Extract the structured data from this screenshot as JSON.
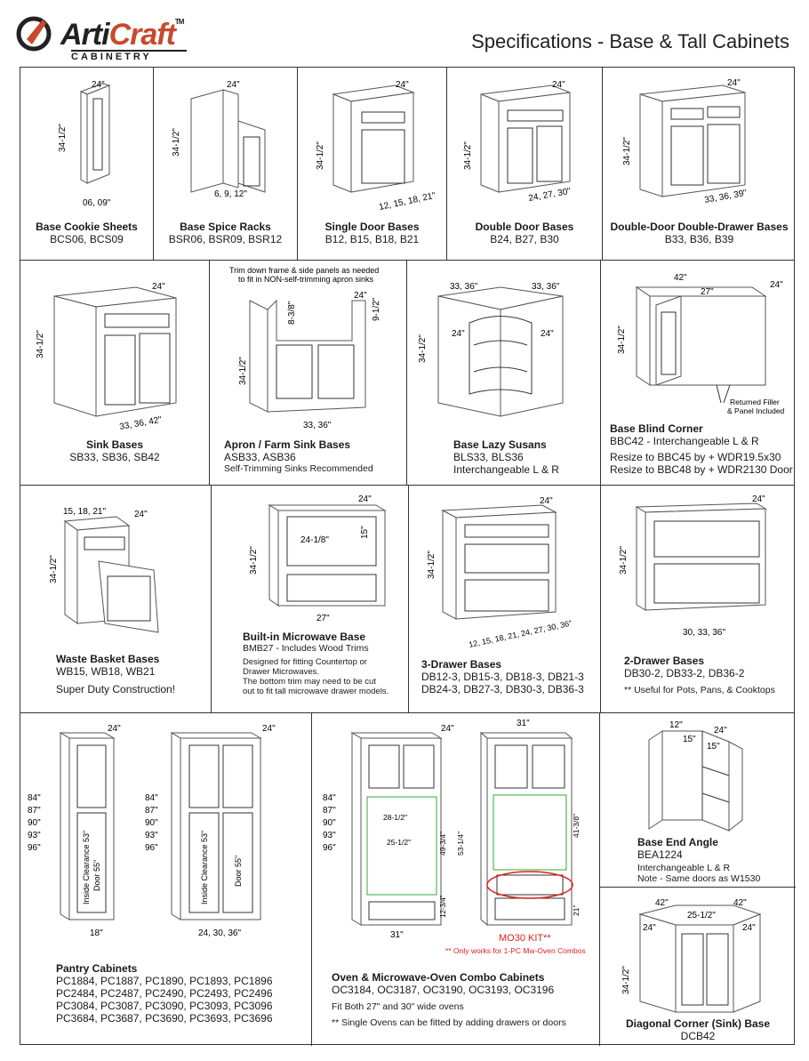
{
  "header": {
    "brand_a": "Arti",
    "brand_b": "Craft",
    "tm": "TM",
    "sub": "CABINETRY",
    "title": "Specifications - Base & Tall Cabinets"
  },
  "colors": {
    "brand_accent": "#c8492d",
    "note_red": "#e02020",
    "border": "#333333"
  },
  "dims": {
    "d24": "24\"",
    "d34": "34-1/2\"",
    "d42": "42\"",
    "d27": "27\"",
    "d31": "31\"",
    "d12": "12\"",
    "d15": "15\"",
    "d18": "18\"",
    "d33_36": "33, 36\"",
    "d06_09": "06, 09\"",
    "d6_9_12": "6, 9, 12\"",
    "d12_21": "12, 15, 18, 21\"",
    "d24_30": "24, 27, 30\"",
    "d33_39": "33, 36, 39\"",
    "d33_42": "33, 36, 42\"",
    "d838": "8-3/8\"",
    "d912": "9-1/2\"",
    "d15_21": "15, 18, 21\"",
    "d2418": "24-1/8\"",
    "d15in": "15\"",
    "d12_36": "12, 15, 18, 21, 24, 27, 30, 36\"",
    "d30_36": "30, 33, 36\"",
    "heights": [
      "84\"",
      "87\"",
      "90\"",
      "93\"",
      "96\""
    ],
    "d24_36": "24, 30, 36\"",
    "d2812": "28-1/2\"",
    "d2512": "25-1/2\"",
    "d4934": "49-3/4\"",
    "d5314": "53-1/4\"",
    "d1234": "12-3/4\"",
    "d4138": "41-3/8\"",
    "d21": "21\"",
    "d25": "25-1/2\"",
    "inside1": "Inside Clearance 53\"",
    "inside1b": "Door 55\"",
    "inside2": "Inside Clearance 53\"",
    "inside2b": "Door 55\""
  },
  "notes": {
    "trim": "Trim down frame & side panels as needed",
    "trim2": "to fit in NON-self-trimming apron sinks",
    "filler": "Returned Filler",
    "filler2": "& Panel Included",
    "mo30": "MO30 KIT**",
    "mo30_note": "** Only works for 1-PC Mw-Oven Combos"
  },
  "items": {
    "bcs": {
      "name": "Base Cookie Sheets",
      "codes": "BCS06, BCS09"
    },
    "bsr": {
      "name": "Base Spice Racks",
      "codes": "BSR06, BSR09, BSR12"
    },
    "sdb": {
      "name": "Single Door Bases",
      "codes": "B12, B15, B18, B21"
    },
    "ddb": {
      "name": "Double Door Bases",
      "codes": "B24, B27, B30"
    },
    "dddb": {
      "name": "Double-Door Double-Drawer Bases",
      "codes": "B33, B36, B39"
    },
    "sink": {
      "name": "Sink Bases",
      "codes": "SB33, SB36, SB42"
    },
    "apron": {
      "name": "Apron / Farm Sink Bases",
      "codes": "ASB33,  ASB36",
      "note": "Self-Trimming Sinks Recommended"
    },
    "lazy": {
      "name": "Base Lazy Susans",
      "codes": "BLS33, BLS36",
      "note": "Interchangeable L & R"
    },
    "blind": {
      "name": "Base Blind Corner",
      "codes": "BBC42 - Interchangeable L & R",
      "note1": "Resize to BBC45 by + WDR19.5x30",
      "note2": "Resize to BBC48 by + WDR2130 Door"
    },
    "waste": {
      "name": "Waste Basket Bases",
      "codes": "WB15, WB18, WB21",
      "note": "Super Duty Construction!"
    },
    "micro": {
      "name": "Built-in Microwave Base",
      "codes": "BMB27 - Includes Wood Trims",
      "n1": "Designed for fitting Countertop or",
      "n2": "Drawer Microwaves.",
      "n3": "The bottom trim may need to be cut",
      "n4": "out to fit tall microwave drawer models."
    },
    "db3": {
      "name": "3-Drawer Bases",
      "l1": "DB12-3, DB15-3, DB18-3, DB21-3",
      "l2": "DB24-3, DB27-3, DB30-3, DB36-3"
    },
    "db2": {
      "name": "2-Drawer Bases",
      "codes": "DB30-2,  DB33-2,  DB36-2",
      "note": "** Useful for Pots, Pans, & Cooktops"
    },
    "pantry": {
      "name": "Pantry Cabinets",
      "l1": "PC1884, PC1887, PC1890, PC1893, PC1896",
      "l2": "PC2484, PC2487, PC2490, PC2493, PC2496",
      "l3": "PC3084, PC3087, PC3090, PC3093, PC3096",
      "l4": "PC3684, PC3687, PC3690, PC3693, PC3696"
    },
    "oven": {
      "name": "Oven & Microwave-Oven Combo Cabinets",
      "codes": "OC3184, OC3187, OC3190, OC3193, OC3196",
      "n1": "Fit Both 27\" and 30\" wide ovens",
      "n2": "** Single Ovens can be fitted by adding drawers or doors"
    },
    "bea": {
      "name": "Base End Angle",
      "codes": "BEA1224",
      "n1": "Interchangeable L & R",
      "n2": "Note - Same doors as W1530"
    },
    "dcb": {
      "name": "Diagonal Corner (Sink) Base",
      "codes": "DCB42"
    }
  }
}
